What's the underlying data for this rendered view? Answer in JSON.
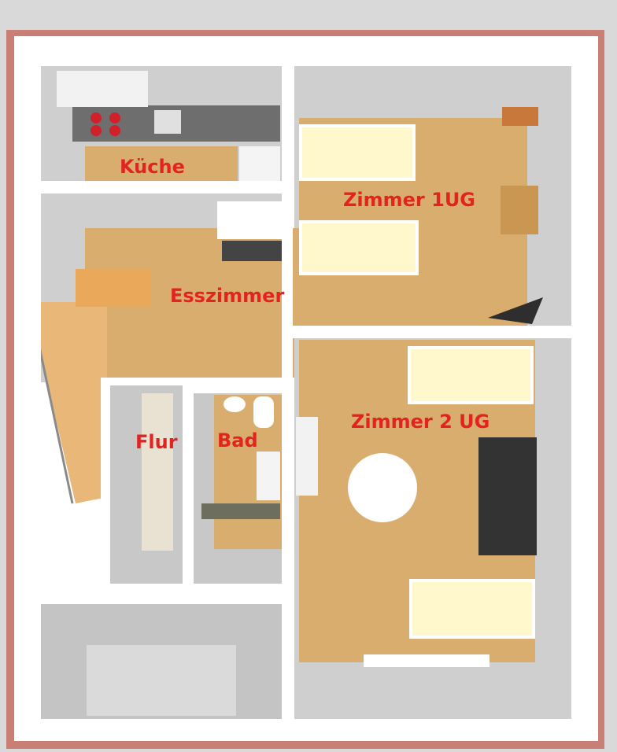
{
  "colors": {
    "label": "#e3231f",
    "floor_wood": "#d9ad6e",
    "wall": "#ffffff",
    "roof_edge": "#c97e76",
    "bed": "#fff8cc",
    "sofa": "#333333",
    "stairs": "#e9b777"
  },
  "rooms": {
    "kitchen": "Küche",
    "room1": "Zimmer 1UG",
    "dining": "Esszimmer",
    "room2": "Zimmer 2 UG",
    "hallway": "Flur",
    "bathroom": "Bad"
  }
}
